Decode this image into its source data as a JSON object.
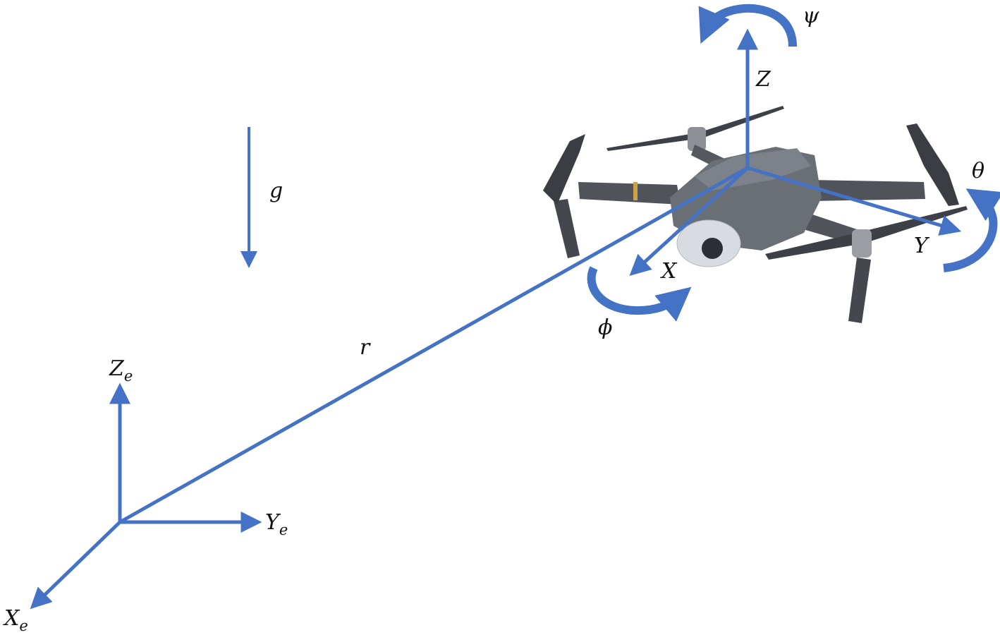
{
  "colors": {
    "arrow": "#4472C4",
    "drone_body": "#5d6168",
    "drone_dark": "#3b3e44",
    "accent_stripe": "#c9a24a"
  },
  "labels": {
    "gravity": "g",
    "position_vector": "r",
    "earth_z": {
      "main": "Z",
      "sub": "e"
    },
    "earth_y": {
      "main": "Y",
      "sub": "e"
    },
    "earth_x": {
      "main": "X",
      "sub": "e"
    },
    "body_z": "Z",
    "body_y": "Y",
    "body_x": "X",
    "yaw": "ψ",
    "pitch": "θ",
    "roll": "ϕ"
  }
}
